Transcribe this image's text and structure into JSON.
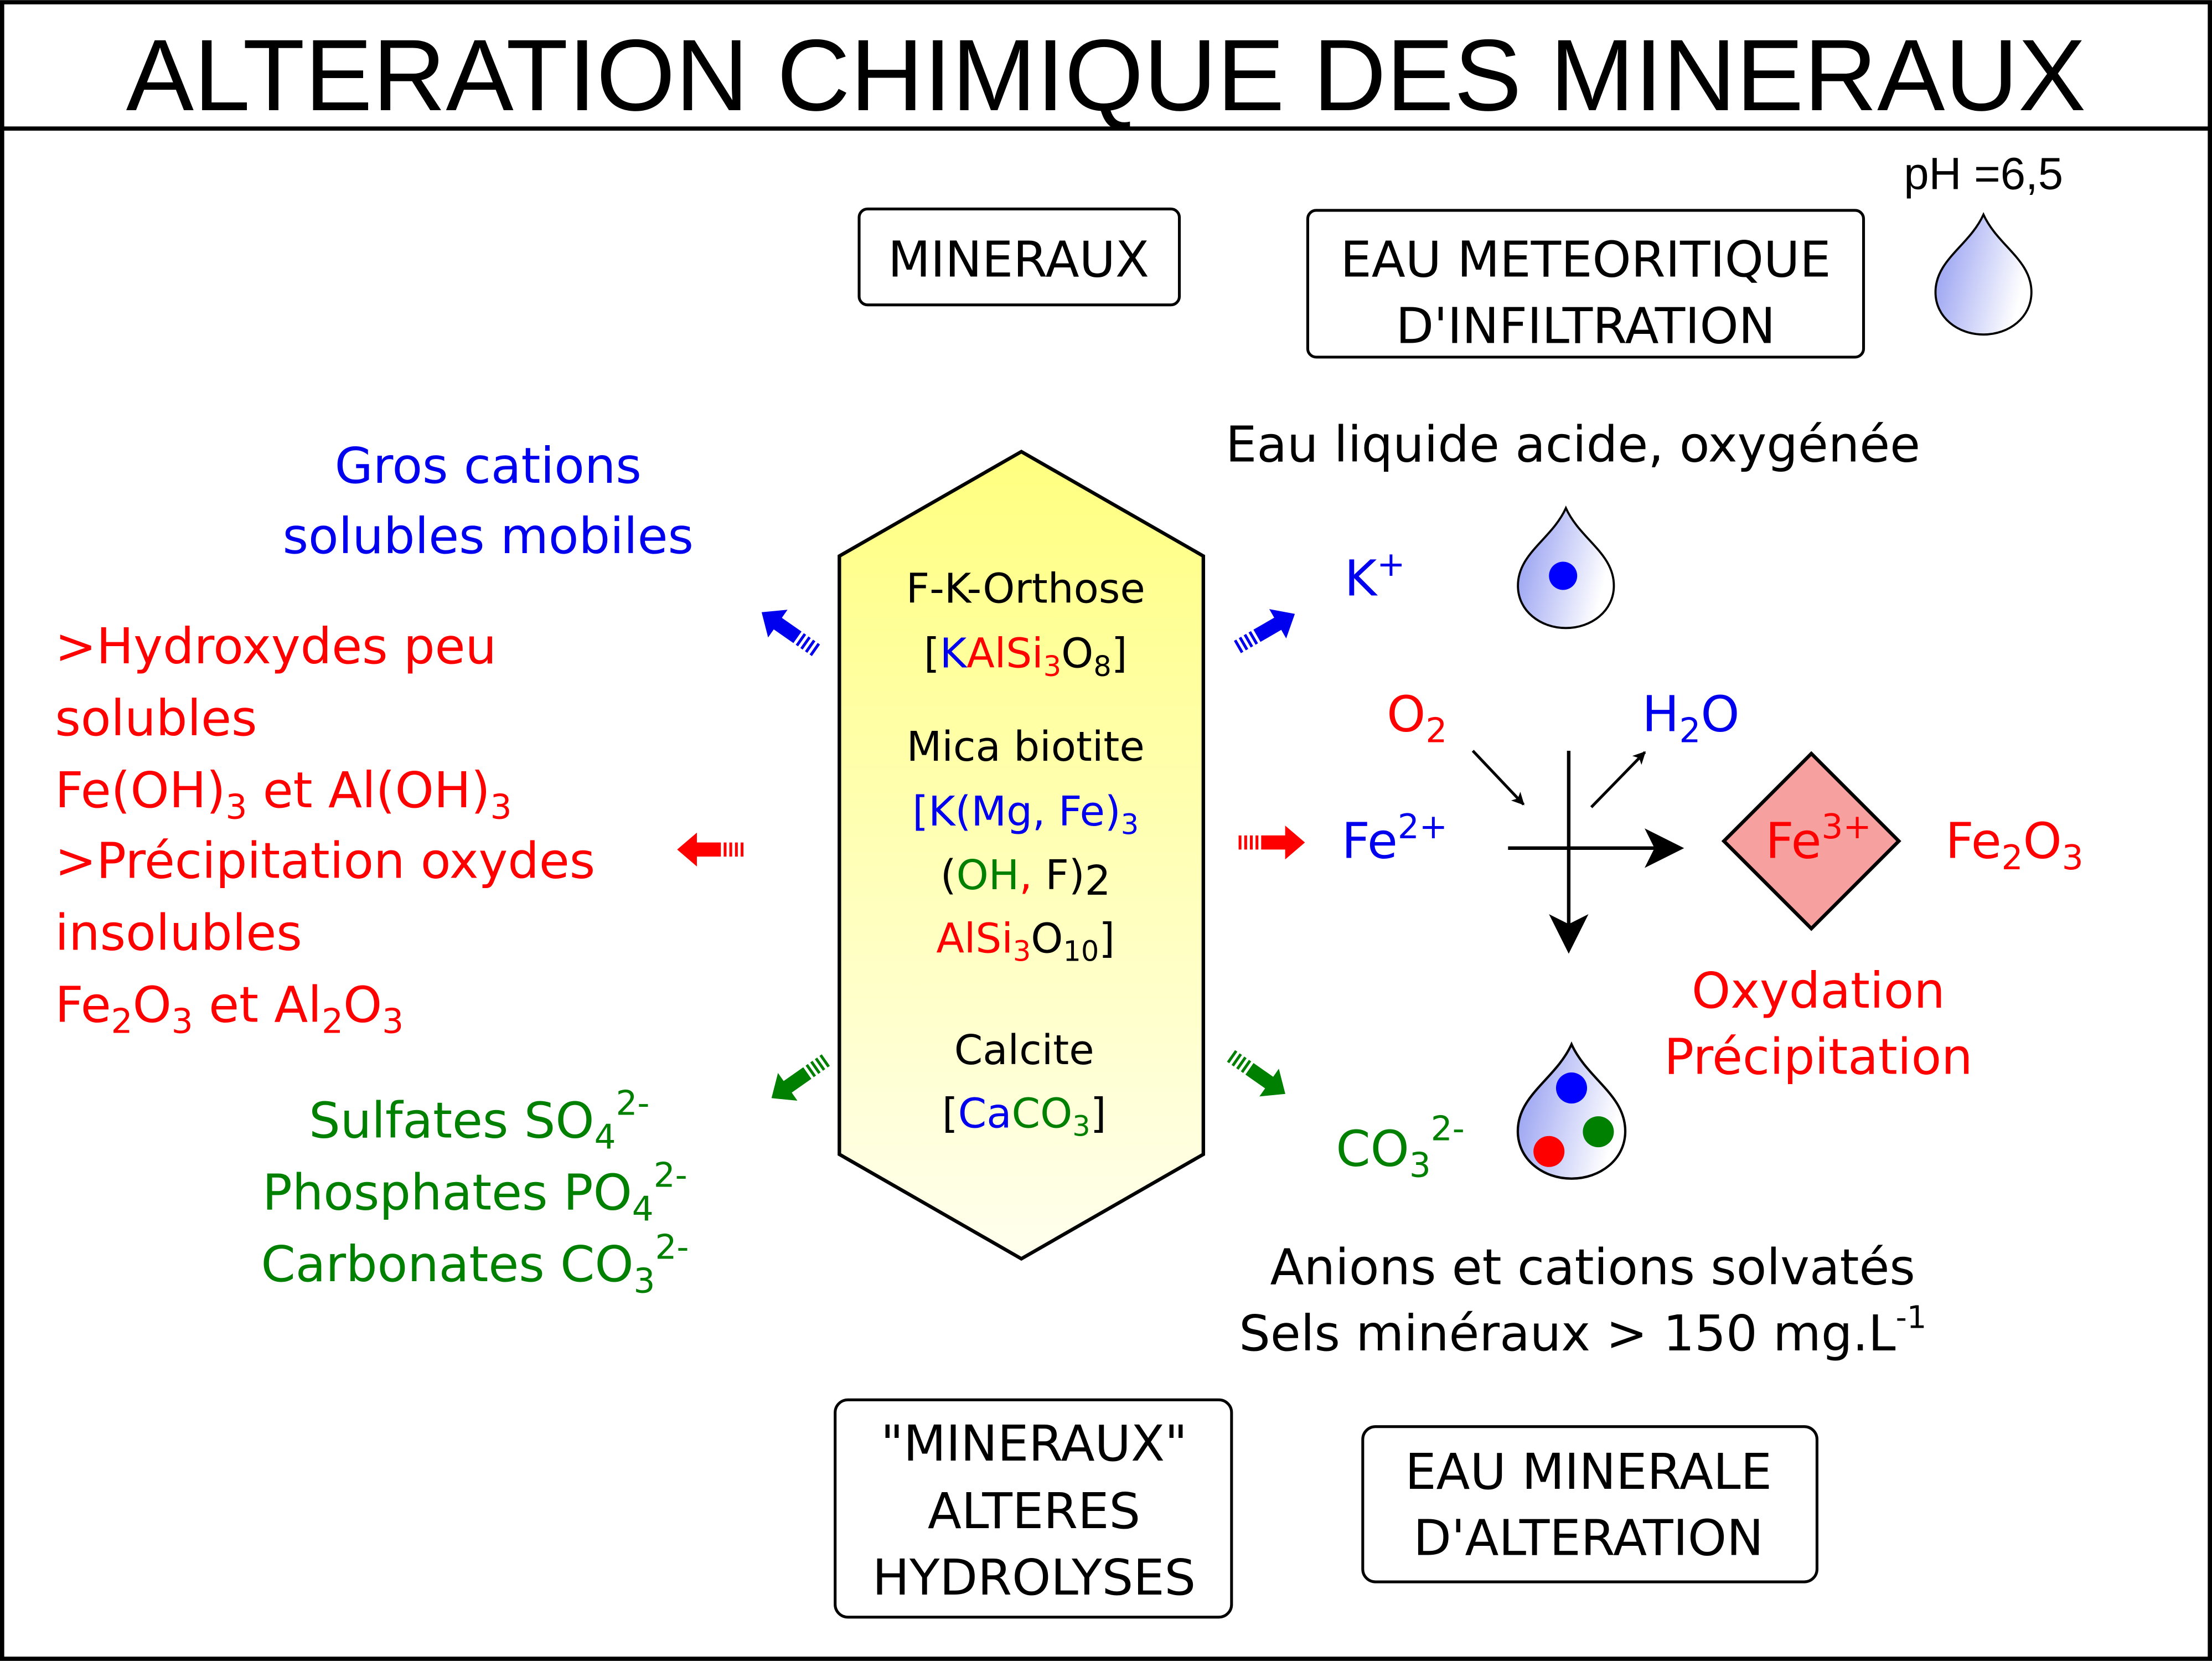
{
  "title": "ALTERATION CHIMIQUE DES MINERAUX",
  "ph": "pH =6,5",
  "boxes": {
    "mineraux": "MINERAUX",
    "eau_meteo": [
      "EAU METEORITIQUE",
      "D'INFILTRATION"
    ],
    "mineraux_alteres": [
      "\"MINERAUX\"",
      "ALTERES",
      "HYDROLYSES"
    ],
    "eau_minerale": [
      "EAU MINERALE",
      "D'ALTERATION"
    ]
  },
  "eau_acide": "Eau liquide acide, oxygénée",
  "left": {
    "gros_cations": [
      "Gros cations",
      "solubles mobiles"
    ],
    "hydroxydes_1": ">Hydroxydes peu",
    "hydroxydes_2": "solubles",
    "hydroxydes_3": {
      "a": "Fe(OH)",
      "s1": "3",
      "b": " et Al(OH)",
      "s2": "3"
    },
    "precip_1": ">Précipitation oxydes",
    "precip_2": "insolubles",
    "precip_3": {
      "a": "Fe",
      "s1": "2",
      "b": "O",
      "s2": "3",
      "c": " et Al",
      "s3": "2",
      "d": "O",
      "s4": "3"
    },
    "sulfates": {
      "a": "Sulfates SO",
      "sub": "4",
      "sup": "2-"
    },
    "phosphates": {
      "a": "Phosphates PO",
      "sub": "4",
      "sup": "2-"
    },
    "carbonates": {
      "a": "Carbonates CO",
      "sub": "3",
      "sup": "2-"
    }
  },
  "hexagon": {
    "orthose_name": "F-K-Orthose",
    "orthose": {
      "o": "[",
      "k": "K",
      "al": "AlSi",
      "s3": "3",
      "ox": "O",
      "s8": "8",
      "c": "]"
    },
    "biotite_name": "Mica biotite",
    "biotite_1": {
      "a": "[K(Mg, Fe)",
      "sub": "3"
    },
    "biotite_2": {
      "o": "(",
      "oh": "OH",
      "comma": ",",
      "f": " F)",
      "two": "2"
    },
    "biotite_3": {
      "al": "AlSi",
      "s3": "3",
      "ox": "O",
      "s10": "10",
      "c": "]"
    },
    "calcite_name": "Calcite",
    "calcite": {
      "o": "[",
      "ca": "Ca",
      "co": "CO",
      "s3": "3",
      "c": "]"
    }
  },
  "right": {
    "k": {
      "a": "K",
      "sup": "+"
    },
    "o2": {
      "a": "O",
      "sub": "2"
    },
    "h2o": {
      "a": "H",
      "sub": "2",
      "b": "O"
    },
    "fe2": {
      "a": "Fe",
      "sup": "2+"
    },
    "fe3": {
      "a": "Fe",
      "sup": "3+"
    },
    "fe2o3": {
      "a": "Fe",
      "s1": "2",
      "b": "O",
      "s2": "3"
    },
    "oxydation": [
      "Oxydation",
      "Précipitation"
    ],
    "co3": {
      "a": "CO",
      "sub": "3",
      "sup": "2-"
    },
    "anions": "Anions et cations solvatés",
    "sels": {
      "a": "Sels minéraux > 150 mg.L",
      "sup": "-1"
    }
  },
  "colors": {
    "blue": "#0000ee",
    "red": "#ff0000",
    "green": "#008000",
    "black": "#000000",
    "fe3_fill": "#f7a0a0",
    "hex_top": "#ffff80",
    "hex_bottom": "#ffffee",
    "drop_dark": "#8c96f0",
    "drop_light": "#ffffff",
    "dot_blue": "#0000ff",
    "dot_red": "#ff0000",
    "dot_green": "#008000"
  },
  "icons": [
    "water-drop-icon",
    "arrow-icon"
  ]
}
